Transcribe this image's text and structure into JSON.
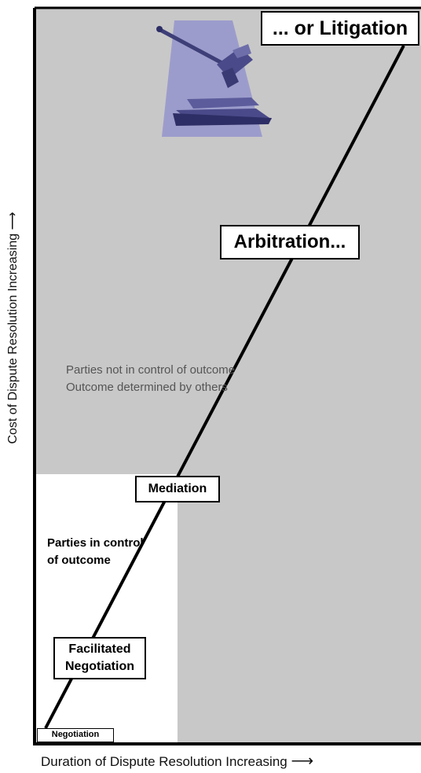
{
  "diagram": {
    "stages": {
      "negotiation": "Negotiation",
      "facilitated_line1": "Facilitated",
      "facilitated_line2": "Negotiation",
      "mediation": "Mediation",
      "arbitration": "Arbitration...",
      "litigation": "... or Litigation"
    },
    "zones": {
      "in_control_line1": "Parties in control",
      "in_control_line2": "of outcome",
      "not_in_control_line1": "Parties not in control of outcome",
      "not_in_control_line2": "Outcome determined by others"
    },
    "axes": {
      "y_label": "Cost of Dispute Resolution Increasing",
      "x_label": "Duration of Dispute Resolution Increasing"
    },
    "icon": "gavel-icon",
    "colors": {
      "shaded_zone": "#c8c8c8",
      "frame": "#000000",
      "gavel_backdrop": "#9c9ccc",
      "gavel_dark": "#3e3e78"
    }
  }
}
